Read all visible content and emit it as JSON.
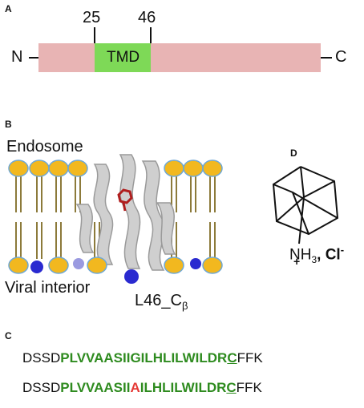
{
  "panelA": {
    "label": "A",
    "n_terminus": "N",
    "c_terminus": "C",
    "tmd_label": "TMD",
    "start_residue": "25",
    "end_residue": "46",
    "colors": {
      "domain": "#e8b4b4",
      "tmd": "#7ed957"
    }
  },
  "panelB": {
    "label": "B",
    "top_label": "Endosome",
    "bottom_label": "Viral interior",
    "residue_label": "L46_C",
    "residue_subscript": "β",
    "colors": {
      "lipid_head": "#f2b81f",
      "lipid_outline": "#6ea8d6",
      "helix": "#c9c9c9",
      "drug": "#b01e1e",
      "sphere": "#2a2ad0"
    }
  },
  "panelC": {
    "label": "C",
    "seq1": {
      "prefix": "DSSD",
      "green1": "PLVVAASIIGILHLILWILDR",
      "under": "C",
      "suffix": "FFK"
    },
    "seq2": {
      "prefix": "DSSD",
      "green1": "PLVVAASII",
      "red": "A",
      "green2": "ILHLILWILDR",
      "under": "C",
      "suffix": "FFK"
    }
  },
  "panelD": {
    "label": "D",
    "amine": "NH",
    "amine_sub": "3",
    "counter": ", Cl",
    "counter_sup": "-",
    "charge": "+"
  }
}
